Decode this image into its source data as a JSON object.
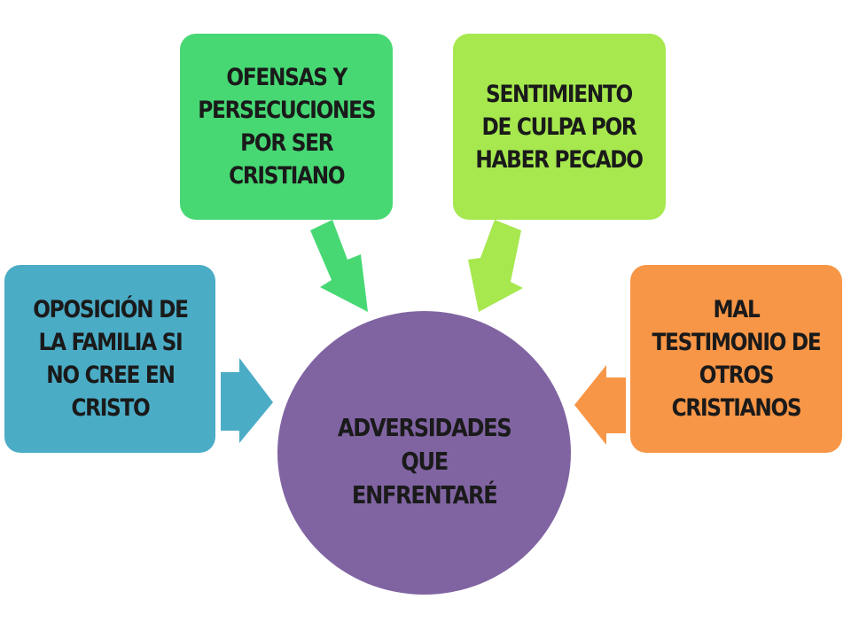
{
  "diagram": {
    "center": {
      "text": "ADVERSIDADES\nQUE\nENFRENTARÉ",
      "color": "#8064a2"
    },
    "nodes": [
      {
        "id": "left",
        "text": "OPOSICIÓN DE\nLA FAMILIA SI\nNO CREE EN\nCRISTO",
        "color": "#4bacc6"
      },
      {
        "id": "top1",
        "text": "OFENSAS Y\nPERSECUCIONES\nPOR SER\nCRISTIANO",
        "color": "#47d874"
      },
      {
        "id": "top2",
        "text": "SENTIMIENTO\nDE CULPA POR\nHABER PECADO",
        "color": "#a6e84e"
      },
      {
        "id": "right",
        "text": "MAL\nTESTIMONIO DE\nOTROS\nCRISTIANOS",
        "color": "#f79646"
      }
    ]
  }
}
